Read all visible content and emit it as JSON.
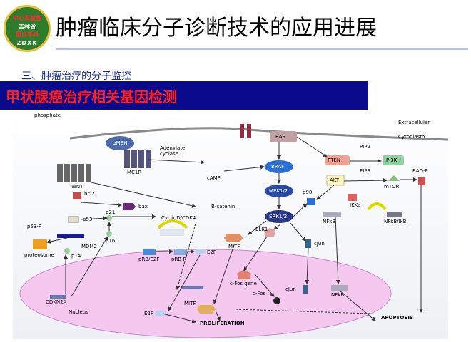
{
  "logo": {
    "line1": "中心实验室",
    "line2": "吉林省",
    "line3": "重点学科",
    "line4": "ZDXK"
  },
  "title": "肿瘤临床分子诊断技术的应用进展",
  "subtitle": "三、肿瘤治疗的分子监控",
  "banner": "甲状腺癌治疗相关基因检测",
  "diagram": {
    "phosphate": "phosphate",
    "extracellular": "Extracellular",
    "cytoplasm": "Cytoplasm",
    "nucleus": "Nucleus",
    "amsh": "αMSH",
    "adenylate_cyclase": "Adenylate\ncyclase",
    "mc1r": "MC1R",
    "camp": "cAMP",
    "wnt": "WNT",
    "ras": "RAS",
    "braf": "BRAF",
    "mek": "MEK1/2",
    "erk": "ERK1/2",
    "pip2": "PIP2",
    "pip3": "PIP3",
    "pten": "PTEN",
    "pi3k": "PI3K",
    "akt": "AKT",
    "mtor": "mTOR",
    "badp": "BAD-P",
    "p90": "p90",
    "ikka": "IKKa",
    "nfkb": "NFkB",
    "nfkb_ikb": "NFkB/IkB",
    "bcl2": "bcl2",
    "bax": "bax",
    "p53": "p53",
    "p53p": "p53-P",
    "p21": "p21",
    "mdm2": "MDM2",
    "proteosome": "proteosome",
    "p14": "p14",
    "p16": "p16",
    "cyclind": "CyclinD/CDK4",
    "bcatenin": "B-catenin",
    "prb_e2f": "pRB/E2F",
    "prbp": "pRB-P",
    "e2f_top": "E2F",
    "mitf": "MITF",
    "elk1": "ELK1",
    "cjun": "cJun",
    "cdkn2a": "CDKN2A",
    "cfos_gene": "c-Fos gene",
    "cfos": "c-Fos",
    "cjun2": "cJun",
    "nfkb2": "NFkB",
    "e2f_bottom": "E2F",
    "mitf2": "MITF",
    "proliferation": "PROLIFERATION",
    "apoptosis": "APOPTOSIS"
  },
  "colors": {
    "banner_bg": "#0a0a8c",
    "banner_text": "#ff2020",
    "subtitle": "#1a2aa0",
    "nucleus": "#f5c8f0",
    "ras": "#c0a0a0",
    "braf": "#2a6fd6",
    "akt_box": "#fff6c0"
  }
}
